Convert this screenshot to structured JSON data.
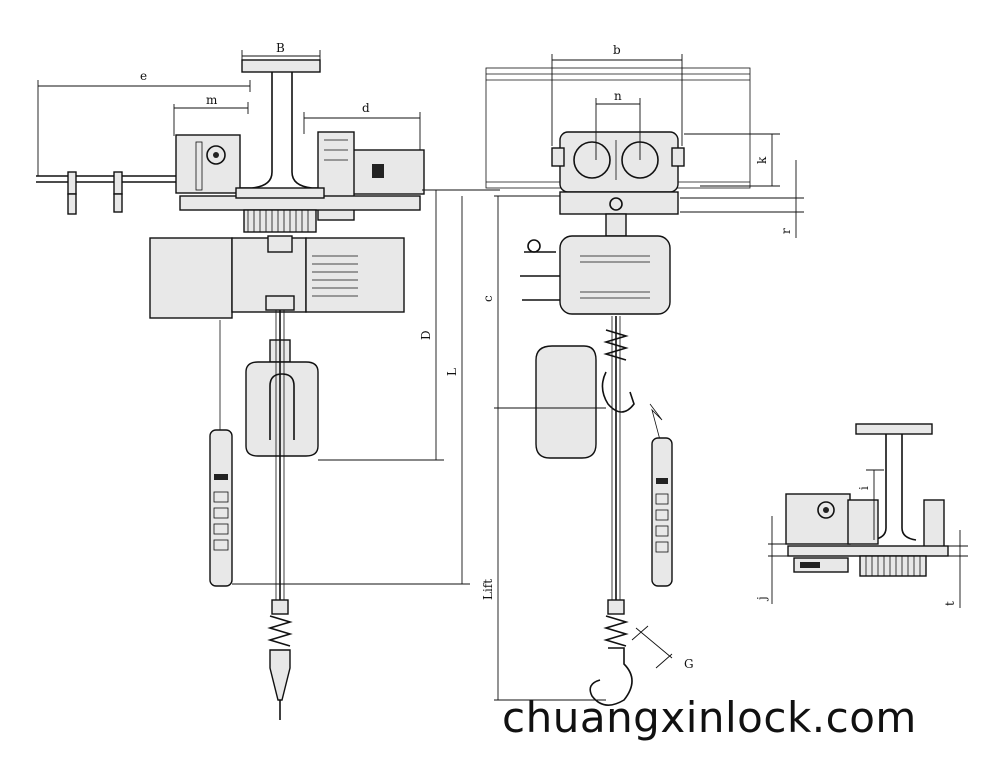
{
  "dimension_labels": {
    "B": "B",
    "e": "e",
    "m": "m",
    "d": "d",
    "D": "D",
    "L": "L",
    "Lift": "Lift",
    "b": "b",
    "n": "n",
    "k": "k",
    "r": "r",
    "c": "c",
    "G": "G",
    "i": "i",
    "j": "j",
    "t": "t"
  },
  "watermark": "chuangxinlock.com"
}
